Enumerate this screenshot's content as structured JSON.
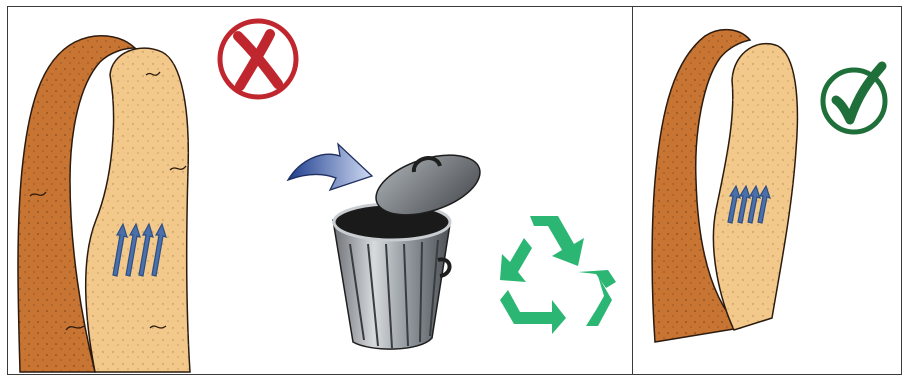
{
  "panels": [
    {
      "name": "worn-sanding-belt",
      "verdict": "incorrect",
      "verdict_icon": "x-mark-icon",
      "verdict_color": "#c0262d",
      "actions": [
        "dispose-in-trash",
        "recycle"
      ]
    },
    {
      "name": "correct-sanding-belt",
      "verdict": "correct",
      "verdict_icon": "checkmark-icon",
      "verdict_color": "#1f6f3a"
    }
  ],
  "colors": {
    "belt_outer": "#c87533",
    "belt_inner": "#f2c98a",
    "arrow_blue": "#4b6fa8",
    "recycle_green": "#2bb673",
    "trash_gray": "#9aa0a6",
    "frame": "#3a3a3a"
  },
  "icons": [
    "sanding-belt-icon",
    "direction-arrows-icon",
    "trash-can-icon",
    "swoosh-arrow-icon",
    "recycle-icon",
    "x-mark-icon",
    "checkmark-icon"
  ]
}
